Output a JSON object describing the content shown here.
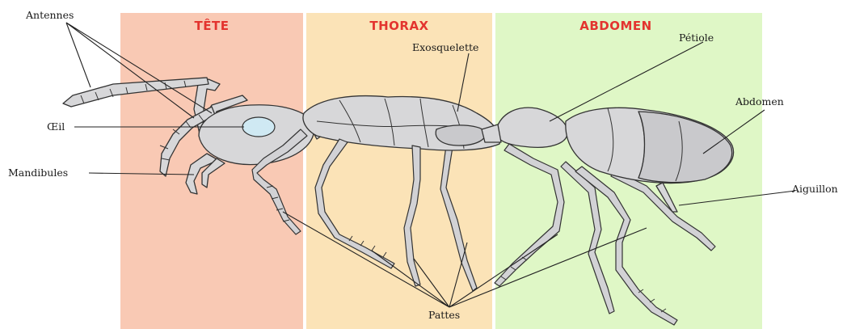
{
  "colors": {
    "head_band": "#f9c9b4",
    "thorax_band": "#fbe3b7",
    "abdomen_band": "#dff7c6",
    "region_title": "#e3342f"
  },
  "regions": {
    "head": "TÊTE",
    "thorax": "THORAX",
    "abdomen": "ABDOMEN"
  },
  "labels": {
    "antennae": "Antennes",
    "eye": "Œil",
    "mandibles": "Mandibules",
    "exoskeleton": "Exosquelette",
    "petiole": "Pétiole",
    "abdomen": "Abdomen",
    "sting": "Aiguillon",
    "legs": "Pattes"
  }
}
